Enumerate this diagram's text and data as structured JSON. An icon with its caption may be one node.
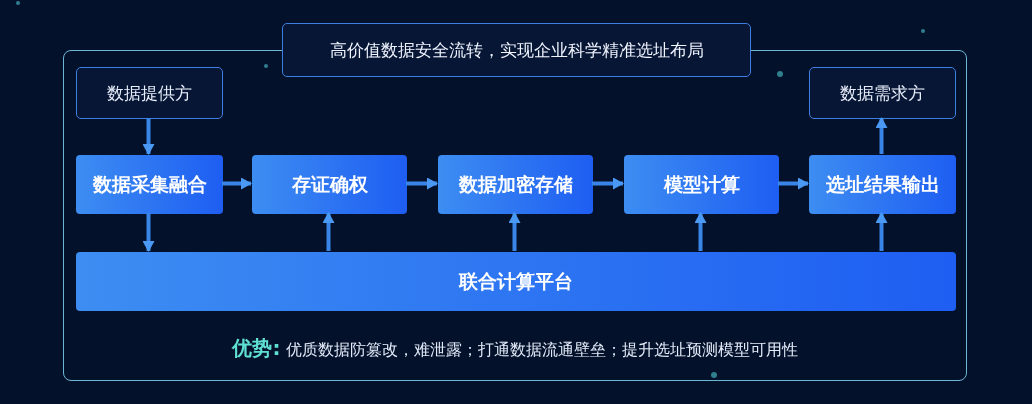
{
  "diagram": {
    "nodes": [
      {
        "text": [
          "高价值数据安全流转，实现企业科学精准选址布局",
          "**优势:** 优质数据防篡改，难泄露；打通数据流通壁垒；提升选址预测模型可用性"
        ]
      },
      {
        "text": [
          "数据提供方"
        ],
        "in": 0
      },
      {
        "text": [
          "数据需求方"
        ],
        "in": 0
      },
      {
        "text": [
          "数据采集融合"
        ],
        "in": 0
      },
      {
        "text": [
          "存证确权"
        ],
        "in": 0
      },
      {
        "text": [
          "数据加密存储"
        ],
        "in": 0
      },
      {
        "text": [
          "模型计算"
        ],
        "in": 0
      },
      {
        "text": [
          "选址结果输出"
        ],
        "in": 0
      },
      {
        "text": [
          "联合计算平台"
        ],
        "in": 0
      }
    ],
    "edges": [
      {
        "from": 1,
        "to": 3,
        "arrow": "to"
      },
      {
        "from": 3,
        "to": 4,
        "arrow": "to"
      },
      {
        "from": 4,
        "to": 5,
        "arrow": "to"
      },
      {
        "from": 5,
        "to": 6,
        "arrow": "to"
      },
      {
        "from": 6,
        "to": 7,
        "arrow": "to"
      },
      {
        "from": 7,
        "to": 2,
        "arrow": "to"
      },
      {
        "from": 3,
        "to": 8,
        "arrow": "to"
      },
      {
        "from": 8,
        "to": 4,
        "arrow": "to"
      },
      {
        "from": 8,
        "to": 5,
        "arrow": "to"
      },
      {
        "from": 8,
        "to": 6,
        "arrow": "to"
      },
      {
        "from": 8,
        "to": 7,
        "arrow": "to"
      }
    ]
  }
}
